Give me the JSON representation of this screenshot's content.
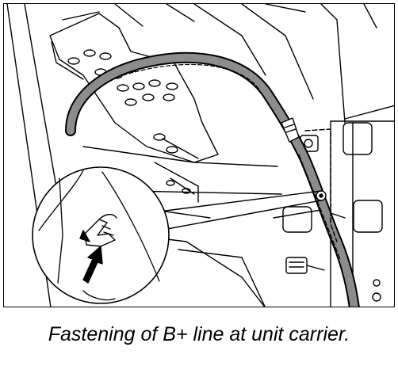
{
  "figure": {
    "caption": "Fastening of B+ line at unit carrier.",
    "colors": {
      "line_art": "#000000",
      "cable_fill": "#8c8c8c",
      "nut_fill": "#b0b0b0",
      "background": "#ffffff"
    },
    "icons": [
      "b-plus-cable",
      "fastening-clip",
      "arrow-icon",
      "detail-magnifier-circle"
    ]
  }
}
